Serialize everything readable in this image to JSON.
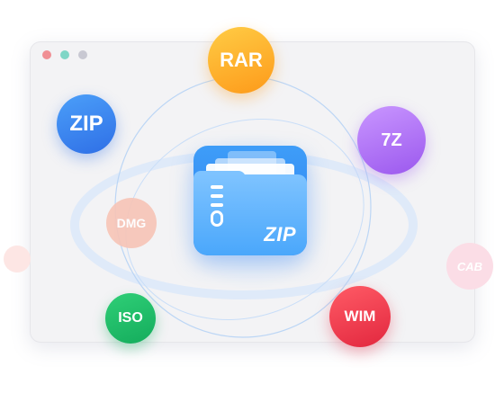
{
  "window": {
    "controls": [
      "close",
      "minimize",
      "maximize"
    ]
  },
  "center_icon": {
    "label": "ZIP"
  },
  "formats": {
    "rar": "RAR",
    "zip": "ZIP",
    "seven_z": "7Z",
    "dmg": "DMG",
    "iso": "ISO",
    "wim": "WIM",
    "cab": "CAB"
  },
  "colors": {
    "rar": "#fd9a1a",
    "zip": "#2f6fe6",
    "seven_z": "#9b58ee",
    "dmg": "#f7c4b6",
    "iso": "#14ac5c",
    "wim": "#e2273e",
    "cab": "#fbdde6",
    "folder": "#3e9df8"
  },
  "icons": {
    "center": "zip-folder-icon"
  }
}
